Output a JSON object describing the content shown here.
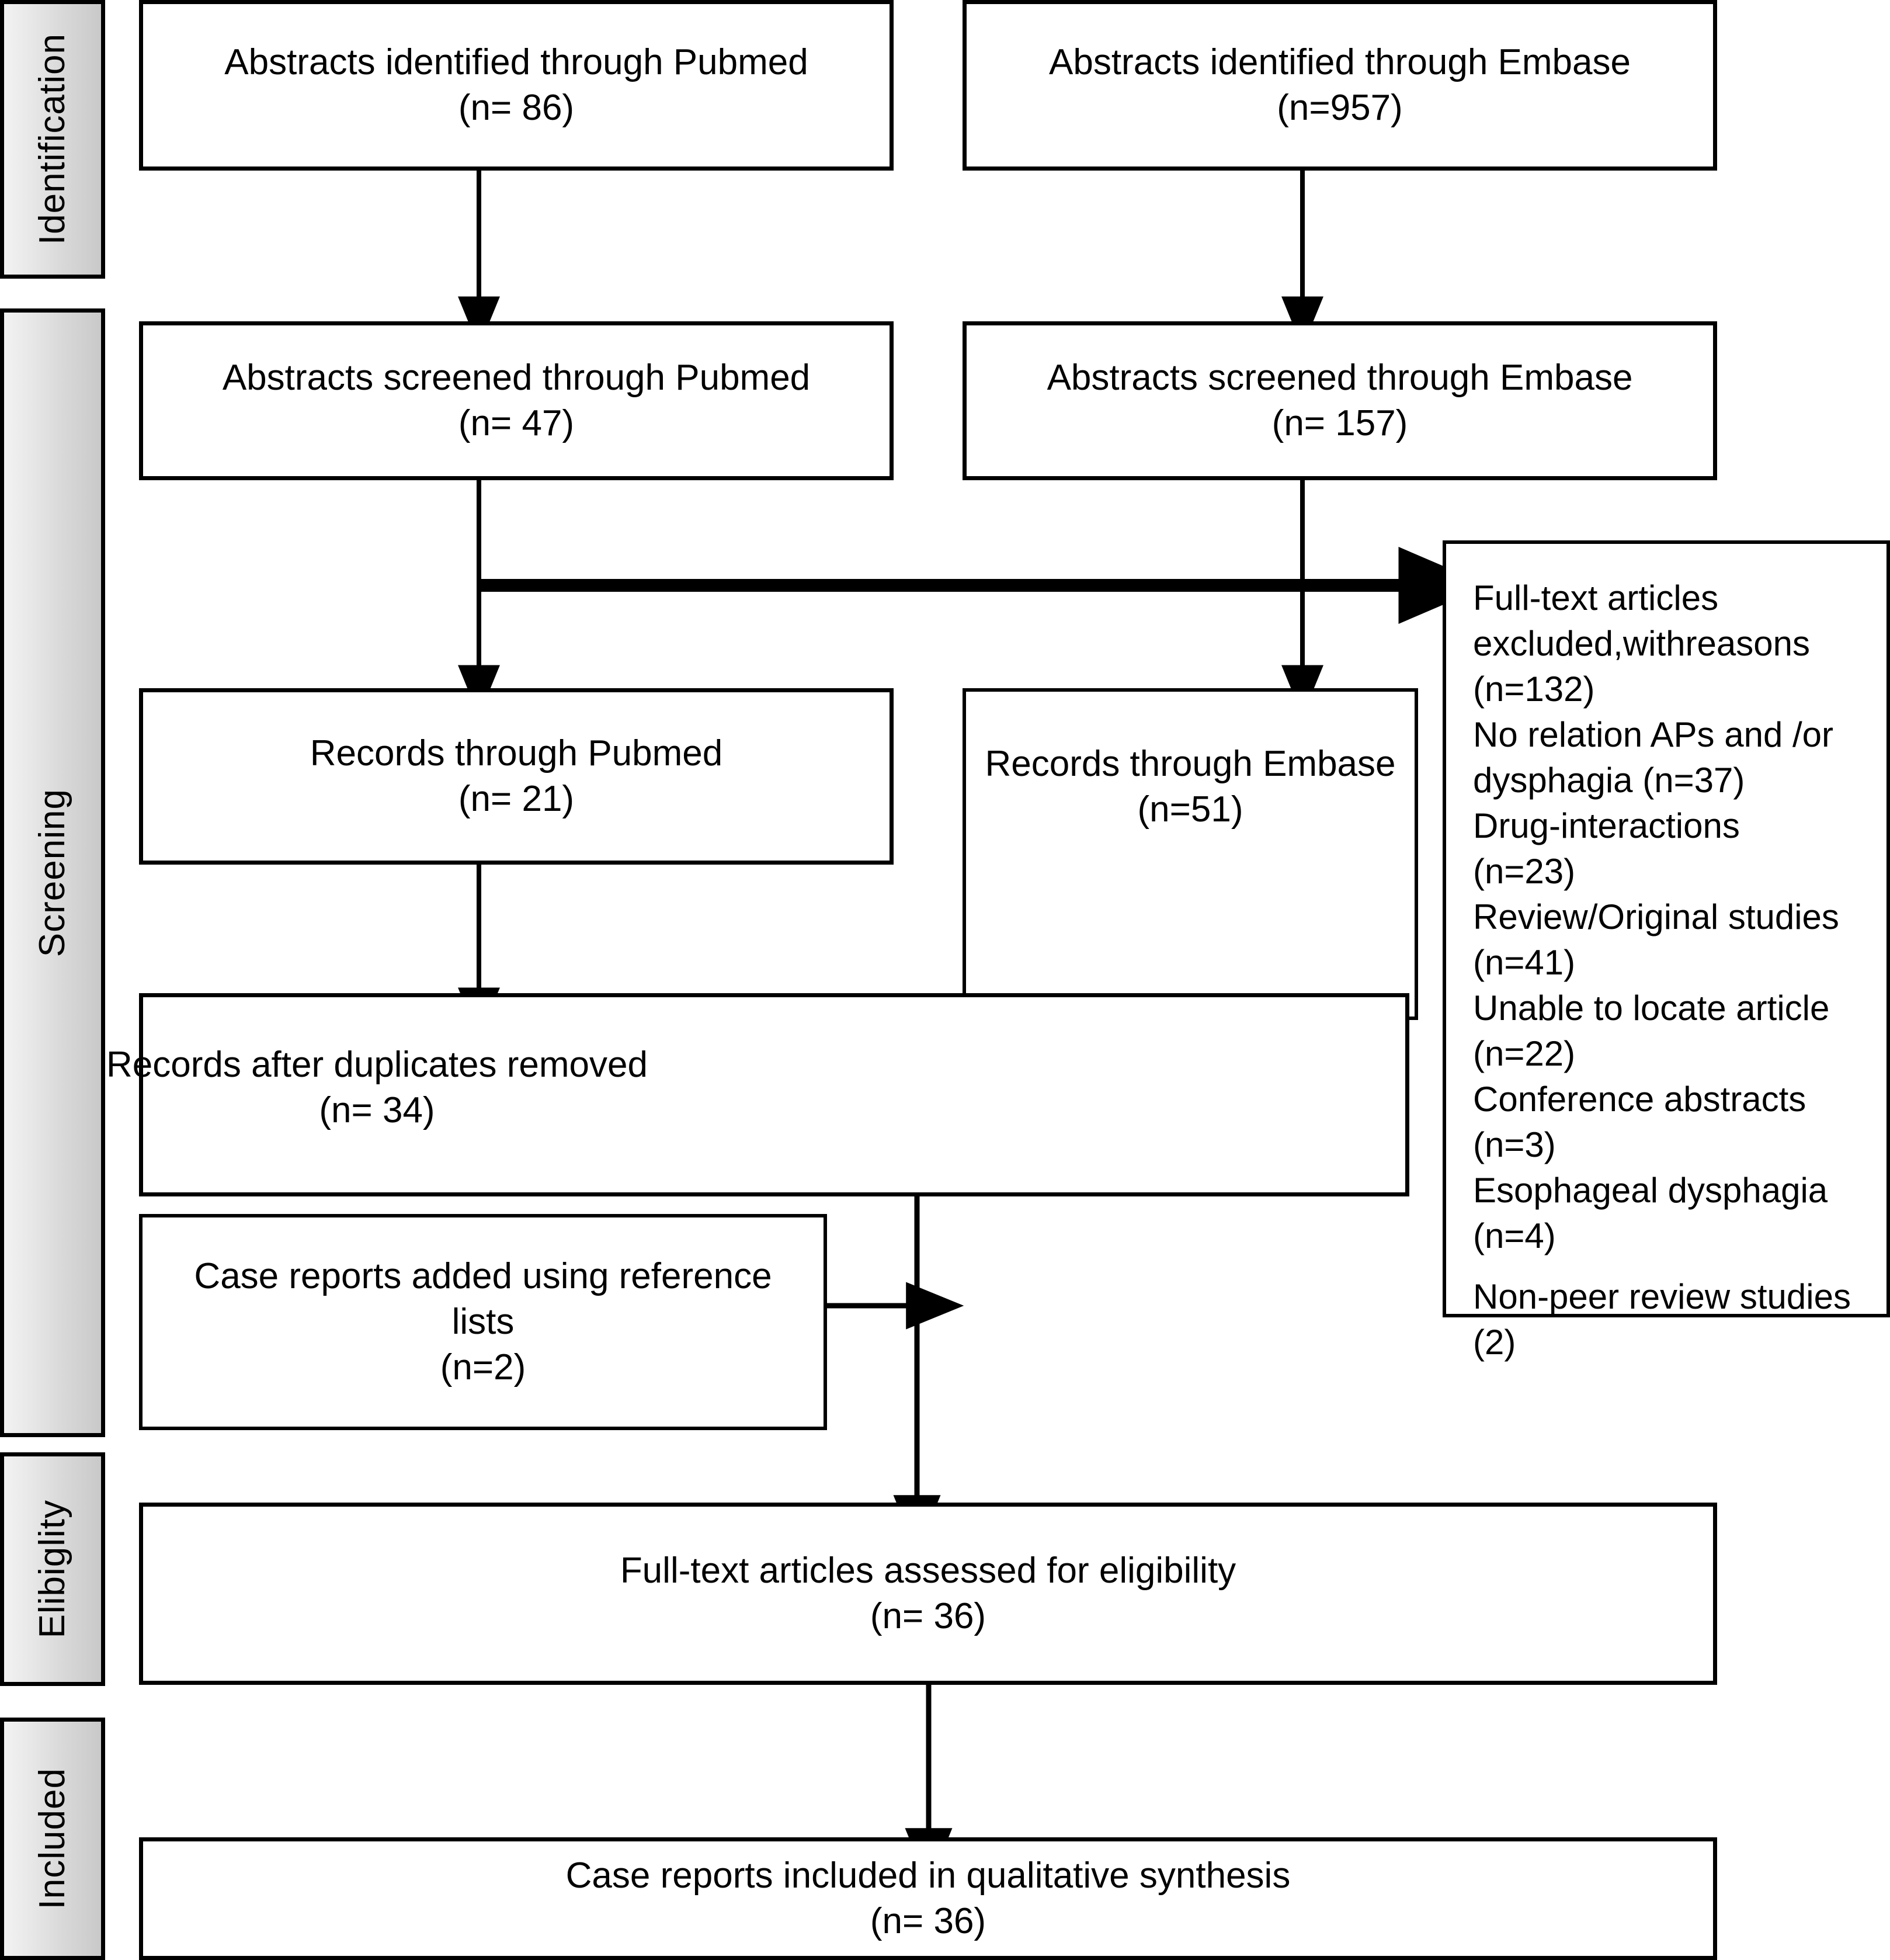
{
  "diagram": {
    "type": "PRISMA flow diagram",
    "stages": [
      {
        "id": "identification",
        "label": "Identification"
      },
      {
        "id": "screening",
        "label": "Screening"
      },
      {
        "id": "eligibility",
        "label": "Elibiglity"
      },
      {
        "id": "included",
        "label": "Included"
      }
    ],
    "nodes": {
      "pubmed_identified": {
        "text": "Abstracts identified through Pubmed\n(n= 86)"
      },
      "embase_identified": {
        "text": "Abstracts identified through Embase\n(n=957)"
      },
      "pubmed_screened": {
        "text": "Abstracts screened through Pubmed\n(n= 47)"
      },
      "embase_screened": {
        "text": "Abstracts screened through Embase\n(n= 157)"
      },
      "pubmed_records": {
        "text": "Records through Pubmed\n(n= 21)"
      },
      "embase_records": {
        "text": "Records through Embase\n(n=51)"
      },
      "duplicates_removed": {
        "text": "Records after duplicates removed\n(n= 34)"
      },
      "case_reports_added": {
        "text": "Case reports added using reference\nlists\n(n=2)"
      },
      "fulltext_assessed": {
        "text": "Full-text articles assessed for eligibility\n(n= 36)"
      },
      "included_synthesis": {
        "text": "Case reports included in qualitative synthesis\n(n= 36)"
      }
    },
    "exclusion_box": {
      "lines": [
        "Full-text articles\nexcluded,withreasons\n(n=132)",
        "No relation APs and /or\n dysphagia (n=37)",
        "Drug-interactions\n(n=23)",
        "Review/Original studies\n(n=41)",
        "Unable to locate article\n(n=22)",
        "Conference abstracts\n(n=3)",
        "Esophageal dysphagia\n(n=4)",
        "Non-peer review studies\n(2)"
      ]
    },
    "counts": {
      "pubmed_identified": 86,
      "embase_identified": 957,
      "pubmed_screened": 47,
      "embase_screened": 157,
      "pubmed_records": 21,
      "embase_records": 51,
      "duplicates_removed": 34,
      "case_reports_added": 2,
      "fulltext_excluded_total": 132,
      "excluded_no_relation": 37,
      "excluded_drug_interactions": 23,
      "excluded_review_original": 41,
      "excluded_unable_to_locate": 22,
      "excluded_conference_abstracts": 3,
      "excluded_esophageal_dysphagia": 4,
      "excluded_non_peer_review": 2,
      "fulltext_assessed": 36,
      "included_synthesis": 36
    },
    "colors": {
      "stroke": "#000000",
      "box_fill": "#ffffff",
      "tab_fill_light": "#f2f2f2",
      "tab_fill_dark": "#c9c9c9"
    }
  }
}
